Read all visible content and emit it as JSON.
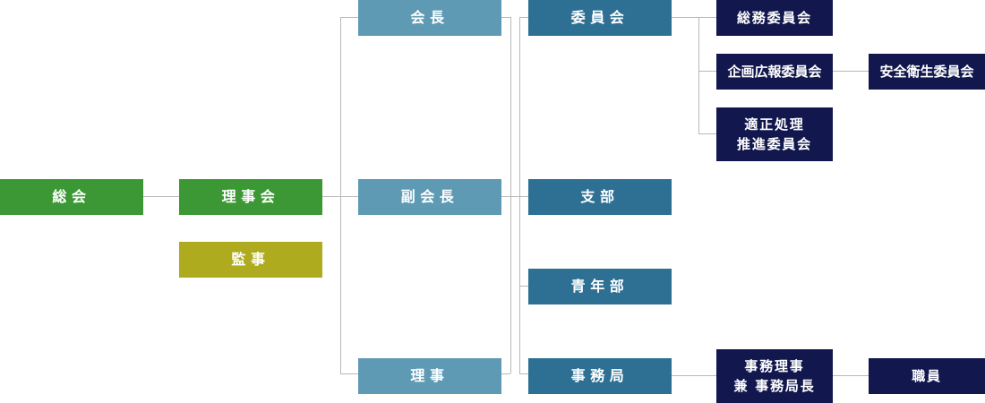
{
  "nodes": {
    "soukai": "総会",
    "rijikai": "理事会",
    "kanji": "監事",
    "kaicho": "会長",
    "fukukaicho": "副会長",
    "riji": "理事",
    "iinkai": "委員会",
    "shibu": "支部",
    "seinenbu": "青年部",
    "jimukyoku": "事務局",
    "somu_iinkai": "総務委員会",
    "kikaku_iinkai": "企画広報委員会",
    "anzen_iinkai": "安全衛生委員会",
    "tekisei_iinkai": "適正処理\n推進委員会",
    "jimu_riji": "事務理事\n兼 事務局長",
    "shokuin": "職員"
  },
  "colors": {
    "general_assembly": "#3c9834",
    "auditor": "#aeab1f",
    "officers": "#5e9ab4",
    "divisions": "#2e7093",
    "committees": "#12184d",
    "connector": "#b9b9b9"
  }
}
